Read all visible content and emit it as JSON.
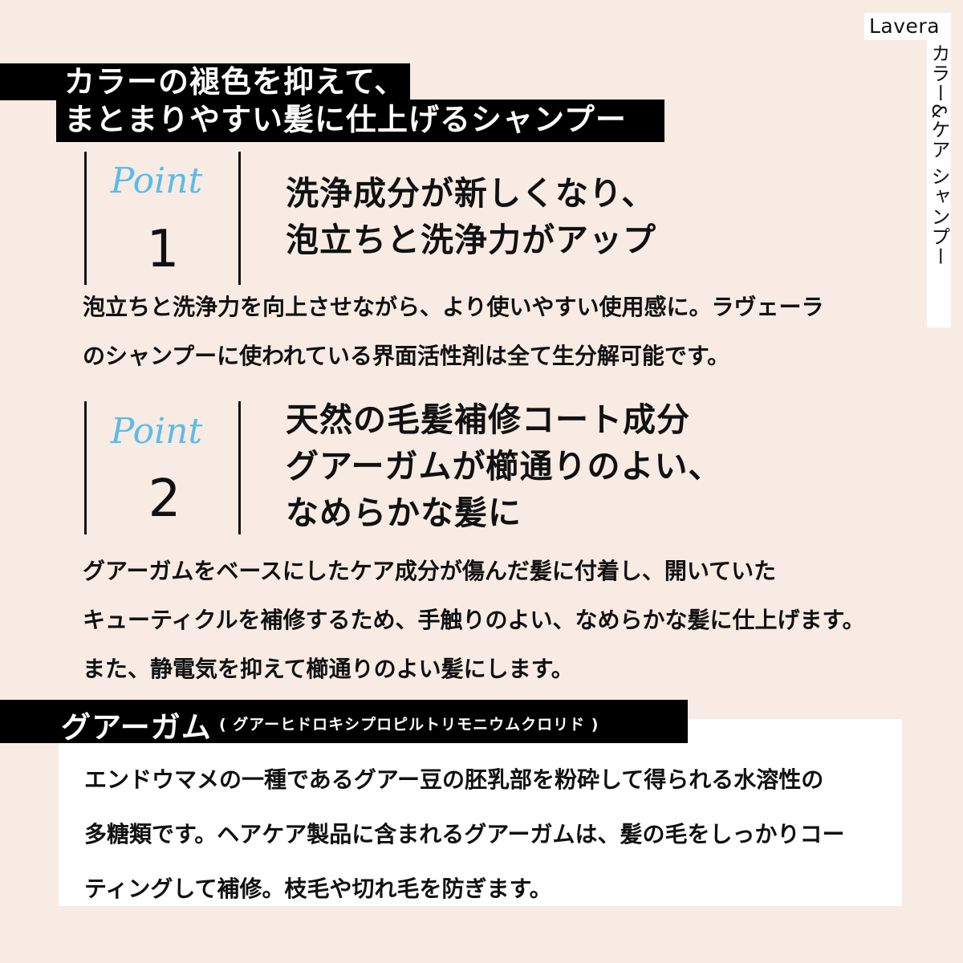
{
  "brand": {
    "name": "Lavera",
    "product_vertical": "カラー&ケア シャンプー"
  },
  "title": {
    "line1": "カラーの褪色を抑えて、",
    "line2": "まとまりやすい髪に仕上げるシャンプー"
  },
  "points": [
    {
      "label": "Point",
      "number": "1",
      "heading": [
        "洗浄成分が新しくなり、",
        "泡立ちと洗浄力がアップ"
      ],
      "body": [
        "泡立ちと洗浄力を向上させながら、より使いやすい使用感に。ラヴェーラ",
        "のシャンプーに使われている界面活性剤は全て生分解可能です。"
      ]
    },
    {
      "label": "Point",
      "number": "2",
      "heading": [
        "天然の毛髪補修コート成分",
        "グアーガムが櫛通りのよい、",
        "なめらかな髪に"
      ],
      "body": [
        "グアーガムをベースにしたケア成分が傷んだ髪に付着し、開いていた",
        "キューティクルを補修するため、手触りのよい、なめらかな髪に仕上げます。",
        "また、静電気を抑えて櫛通りのよい髪にします。"
      ]
    }
  ],
  "guar_gum": {
    "title": "グアーガム",
    "subtitle": "( グアーヒドロキシプロピルトリモニウムクロリド )",
    "body": [
      "エンドウマメの一種であるグアー豆の胚乳部を粉砕して得られる水溶性の",
      "多糖類です。ヘアケア製品に含まれるグアーガムは、髪の毛をしっかりコー",
      "ティングして補修。枝毛や切れ毛を防ぎます。"
    ]
  },
  "colors": {
    "background": "#f7ebe3",
    "accent_point": "#5cbbe9",
    "banner": "#000000",
    "panel": "#ffffff"
  }
}
